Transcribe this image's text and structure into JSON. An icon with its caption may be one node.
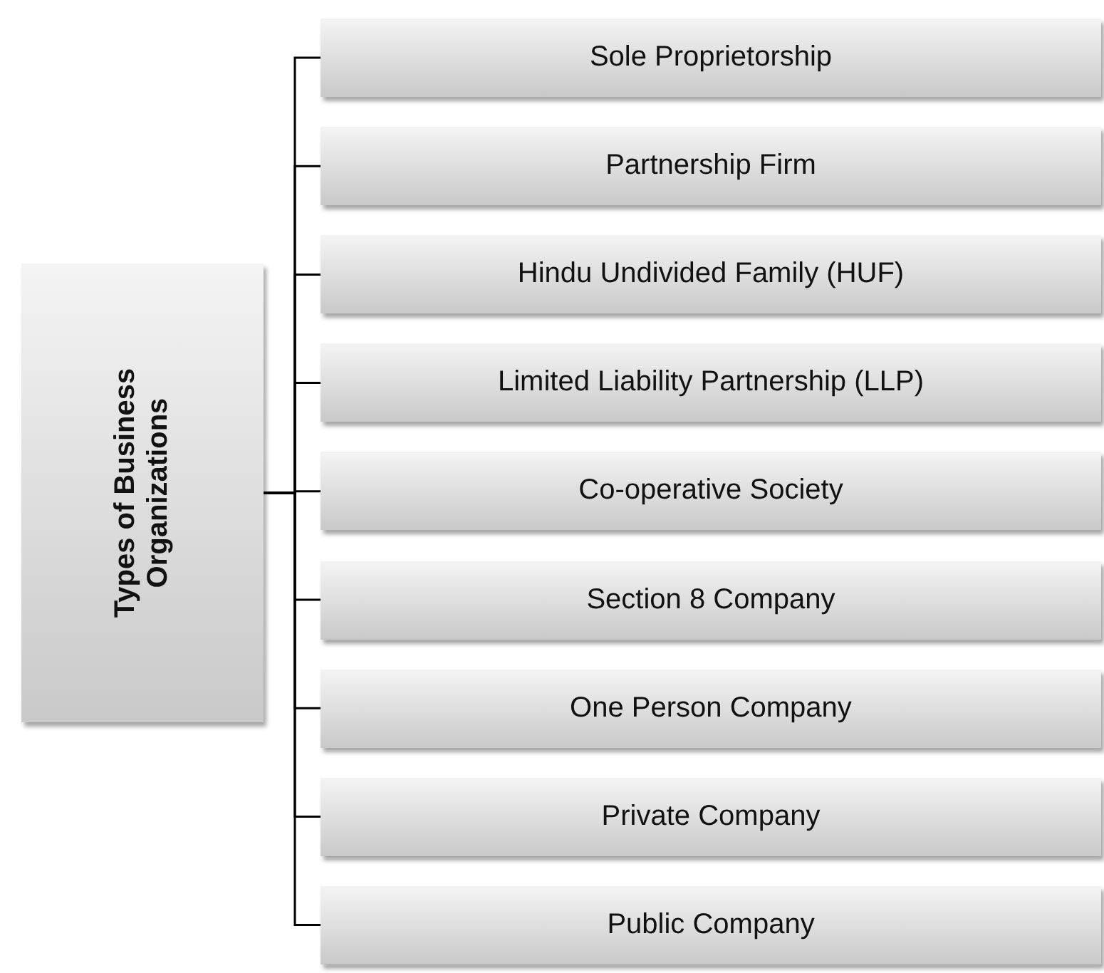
{
  "diagram": {
    "nodes": [
      {
        "text": [
          "Types of Business Organizations"
        ]
      },
      {
        "text": [
          "Sole Proprietorship"
        ]
      },
      {
        "text": [
          "Partnership Firm"
        ]
      },
      {
        "text": [
          "Hindu Undivided Family (HUF)"
        ]
      },
      {
        "text": [
          "Limited Liability Partnership (LLP)"
        ]
      },
      {
        "text": [
          "Co-operative Society"
        ]
      },
      {
        "text": [
          "Section 8 Company"
        ]
      },
      {
        "text": [
          "One Person Company"
        ]
      },
      {
        "text": [
          "Private Company"
        ]
      },
      {
        "text": [
          "Public Company"
        ]
      }
    ],
    "edges": [
      {
        "from": 0,
        "to": 1,
        "arrow": "none"
      },
      {
        "from": 0,
        "to": 2,
        "arrow": "none"
      },
      {
        "from": 0,
        "to": 3,
        "arrow": "none"
      },
      {
        "from": 0,
        "to": 4,
        "arrow": "none"
      },
      {
        "from": 0,
        "to": 5,
        "arrow": "none"
      },
      {
        "from": 0,
        "to": 6,
        "arrow": "none"
      },
      {
        "from": 0,
        "to": 7,
        "arrow": "none"
      },
      {
        "from": 0,
        "to": 8,
        "arrow": "none"
      },
      {
        "from": 0,
        "to": 9,
        "arrow": "none"
      }
    ]
  }
}
